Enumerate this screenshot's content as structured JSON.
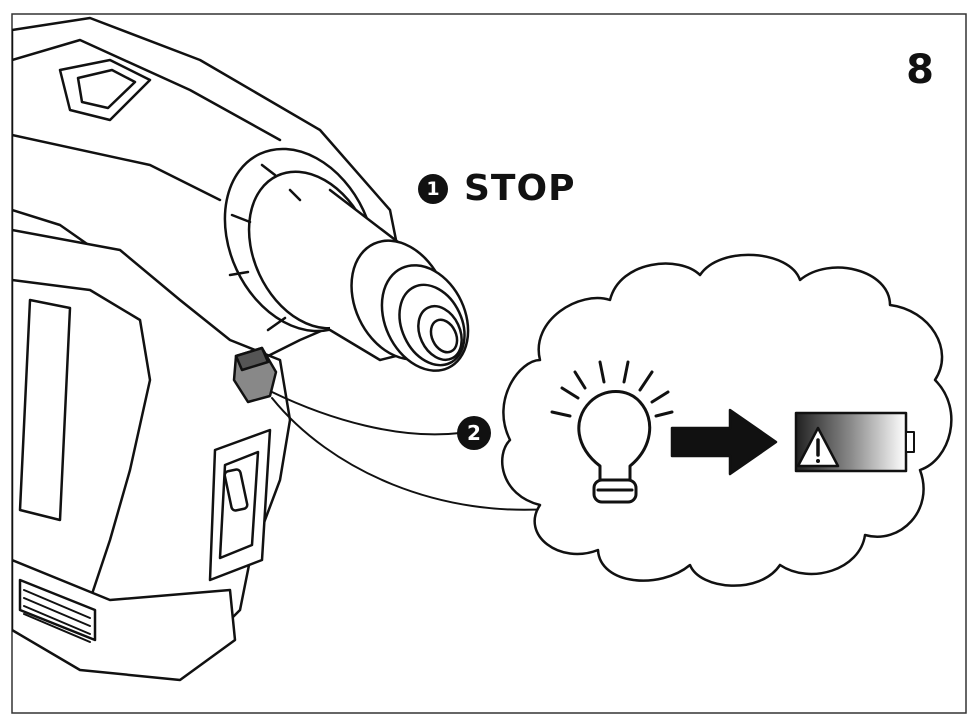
{
  "figure": {
    "number": "8"
  },
  "steps": [
    {
      "badge": "1",
      "label": "STOP"
    },
    {
      "badge": "2",
      "label": ""
    }
  ],
  "icons": {
    "tool": "heat-gun-icon",
    "switch": "trigger-switch-icon",
    "bulb": "light-bulb-icon",
    "arrow": "arrow-right-icon",
    "battery": "battery-low-warning-icon"
  },
  "colors": {
    "ink": "#111111",
    "background": "#ffffff"
  }
}
